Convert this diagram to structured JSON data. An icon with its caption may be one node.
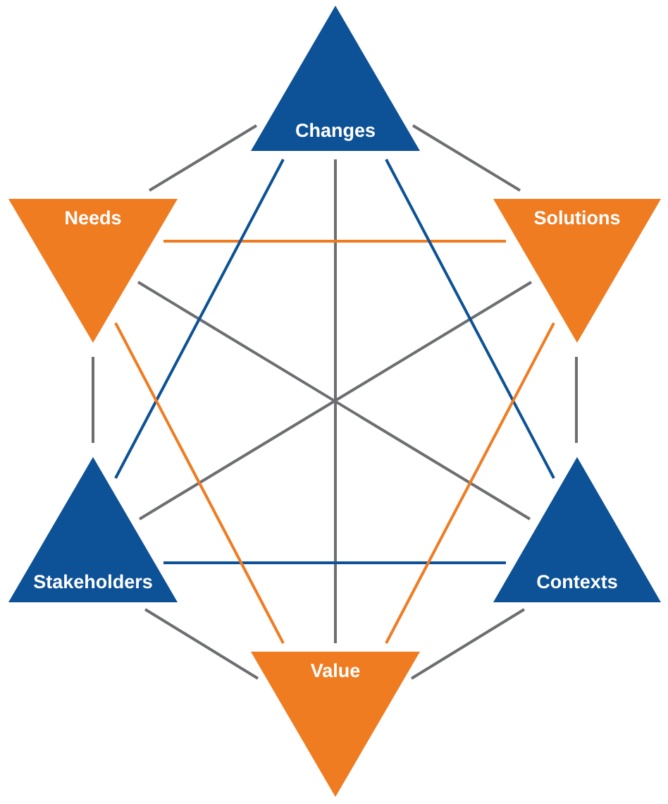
{
  "diagram": {
    "nodes": [
      {
        "text": [
          "Changes"
        ]
      },
      {
        "text": [
          "Needs"
        ]
      },
      {
        "text": [
          "Solutions"
        ]
      },
      {
        "text": [
          "Stakeholders"
        ]
      },
      {
        "text": [
          "Contexts"
        ]
      },
      {
        "text": [
          "Value"
        ]
      }
    ],
    "edges": [
      {
        "from": 0,
        "to": 1,
        "arrow": "none"
      },
      {
        "from": 0,
        "to": 2,
        "arrow": "none"
      },
      {
        "from": 1,
        "to": 3,
        "arrow": "none"
      },
      {
        "from": 2,
        "to": 4,
        "arrow": "none"
      },
      {
        "from": 3,
        "to": 5,
        "arrow": "none"
      },
      {
        "from": 4,
        "to": 5,
        "arrow": "none"
      },
      {
        "from": 0,
        "to": 5,
        "arrow": "none"
      },
      {
        "from": 1,
        "to": 4,
        "arrow": "none"
      },
      {
        "from": 2,
        "to": 3,
        "arrow": "none"
      },
      {
        "from": 1,
        "to": 2,
        "arrow": "none",
        "color": "#f07c22"
      },
      {
        "from": 3,
        "to": 4,
        "arrow": "none",
        "color": "#0d5196"
      },
      {
        "from": 0,
        "to": 3,
        "arrow": "none",
        "color": "#0d5196"
      },
      {
        "from": 0,
        "to": 4,
        "arrow": "none",
        "color": "#0d5196"
      },
      {
        "from": 1,
        "to": 5,
        "arrow": "none",
        "color": "#f07c22"
      },
      {
        "from": 2,
        "to": 5,
        "arrow": "none",
        "color": "#f07c22"
      }
    ]
  }
}
